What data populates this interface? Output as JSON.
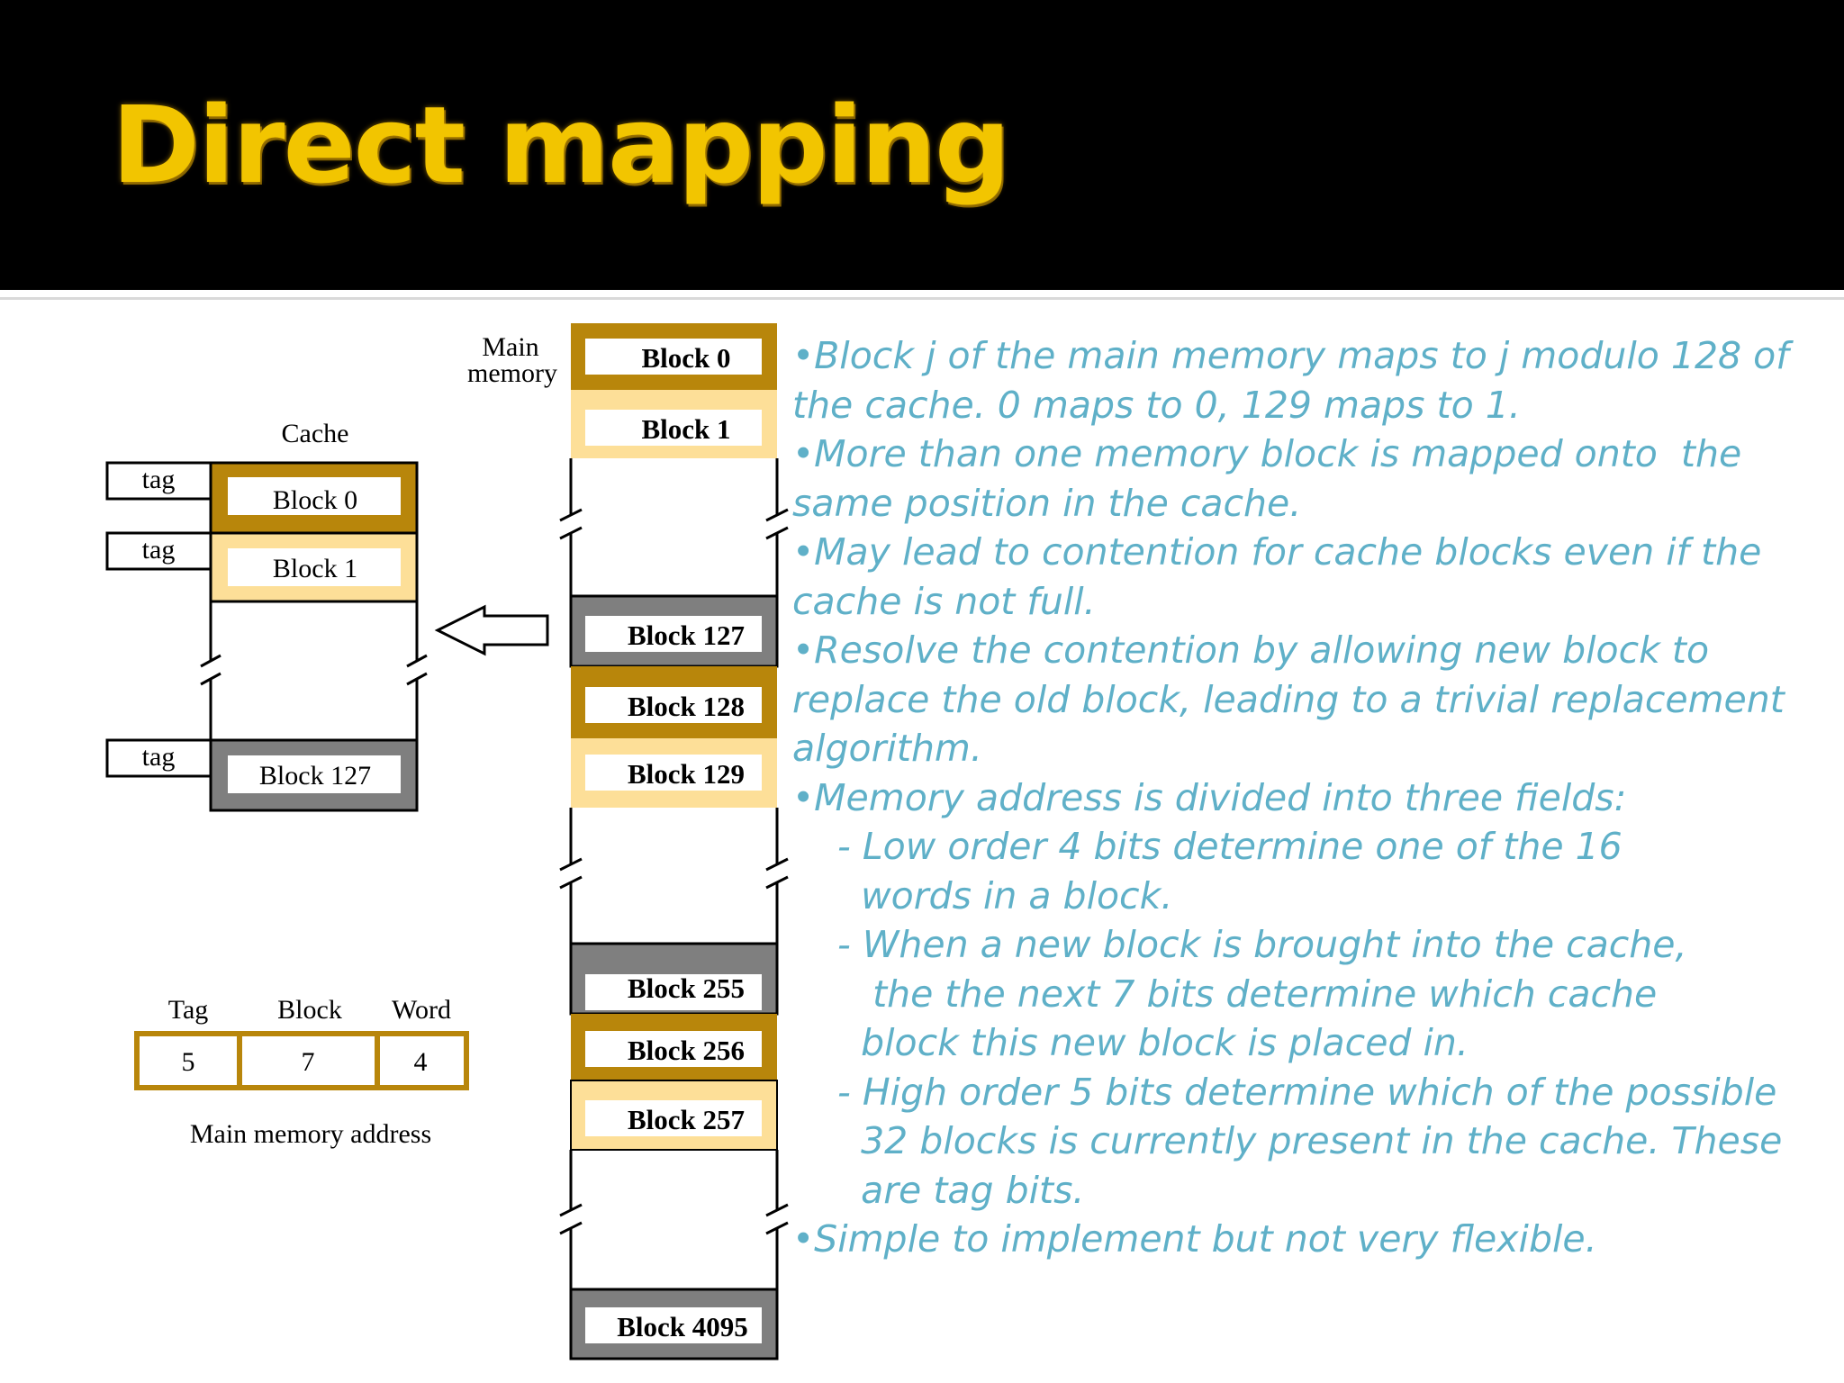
{
  "slide": {
    "title": "Direct mapping"
  },
  "colors": {
    "header_bg": "#000000",
    "title": "#f2c500",
    "block_gold": "#b8860b",
    "block_light": "#fddf98",
    "block_gray": "#7f7f7f",
    "bullet_text": "#5fb0c8"
  },
  "cache": {
    "label": "Cache",
    "tag_label": "tag",
    "blocks": [
      "Block 0",
      "Block 1",
      "Block 127"
    ]
  },
  "main_memory": {
    "label_line1": "Main",
    "label_line2": "memory",
    "blocks": [
      "Block 0",
      "Block 1",
      "Block 127",
      "Block 128",
      "Block 129",
      "Block 255",
      "Block 256",
      "Block 257",
      "Block 4095"
    ]
  },
  "address": {
    "headers": [
      "Tag",
      "Block",
      "Word"
    ],
    "values": [
      "5",
      "7",
      "4"
    ],
    "caption": "Main memory address"
  },
  "bullets": [
    {
      "text": "•Block j of the main memory maps to j modulo 128 of the cache. 0 maps to 0, 129 maps to 1.",
      "sub": false
    },
    {
      "text": "•More than one memory block is mapped onto  the same position in the cache.",
      "sub": false
    },
    {
      "text": "•May lead to contention for cache blocks even if the cache is not full.",
      "sub": false
    },
    {
      "text": "•Resolve the contention by allowing new block to replace the old block, leading to a trivial replacement algorithm.",
      "sub": false
    },
    {
      "text": "•Memory address is divided into three fields:",
      "sub": false
    },
    {
      "text": "- Low order 4 bits determine one of the 16\n  words in a block.",
      "sub": true
    },
    {
      "text": "- When a new block is brought into the cache,\n   the the next 7 bits determine which cache\n  block this new block is placed in.",
      "sub": true
    },
    {
      "text": "- High order 5 bits determine which of the possible\n  32 blocks is currently present in the cache. These\n  are tag bits.",
      "sub": true
    },
    {
      "text": "•Simple to implement but not very flexible.",
      "sub": false
    }
  ]
}
